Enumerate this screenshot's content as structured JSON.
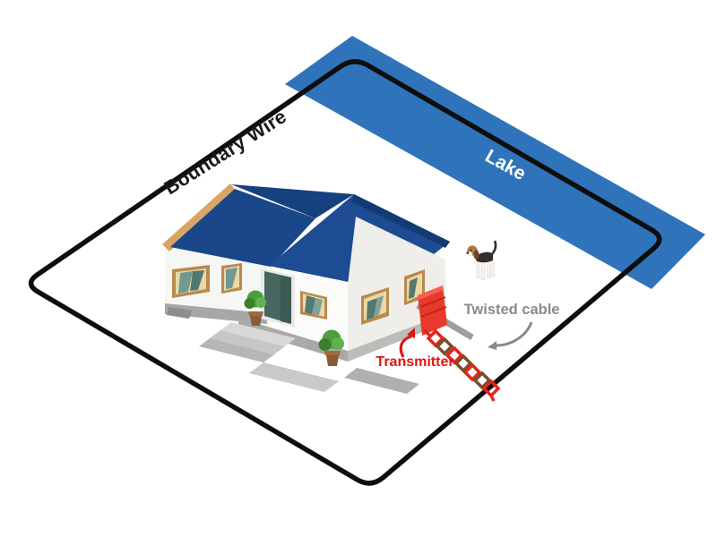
{
  "scene": {
    "labels": {
      "boundary_wire": "Boundary Wire",
      "lake": "Lake",
      "twisted_cable": "Twisted cable",
      "transmitter": "Transmitter"
    },
    "colors": {
      "lake": "#2f74ba",
      "wire": "#0e0e0e",
      "roof": "#1e4c92",
      "roof_dark": "#16417f",
      "roof_edge": "#133a74",
      "roof_trim": "#d9a565",
      "wall_front": "#fbfbf9",
      "wall_side": "#efeeea",
      "transmitter": "#e8392b",
      "cable_red": "#e0261b",
      "cable_brown": "#7c4c28",
      "label_gray": "#8a8a8a",
      "label_red": "#e01616",
      "label_black": "#1a1a1a",
      "label_white": "#ffffff"
    }
  }
}
